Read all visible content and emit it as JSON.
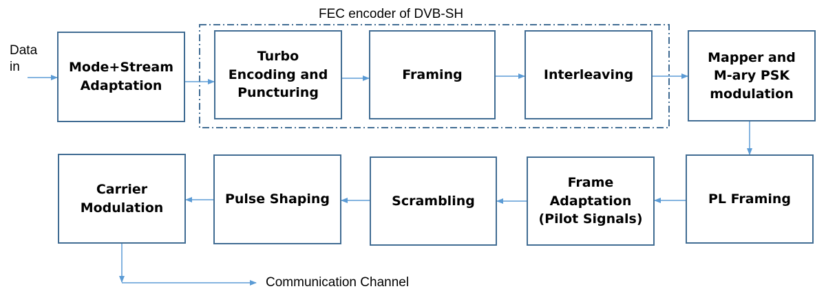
{
  "colors": {
    "box_border": "#3f6b92",
    "arrow": "#5b9bd5",
    "group_border": "#3f6b92"
  },
  "fec_group": {
    "label": "FEC encoder of DVB-SH"
  },
  "input": {
    "label": "Data\nin"
  },
  "output": {
    "label": "Communication  Channel"
  },
  "blocks": {
    "mode_stream": "Mode+Stream\nAdaptation",
    "turbo": "Turbo\nEncoding  and\nPuncturing",
    "framing": "Framing",
    "interleaving": "Interleaving",
    "mapper": "Mapper and\nM-ary PSK\nmodulation",
    "pl_framing": "PL Framing",
    "frame_adaptation": "Frame\nAdaptation\n(Pilot Signals)",
    "scrambling": "Scrambling",
    "pulse_shaping": "Pulse Shaping",
    "carrier_modulation": "Carrier\nModulation"
  }
}
